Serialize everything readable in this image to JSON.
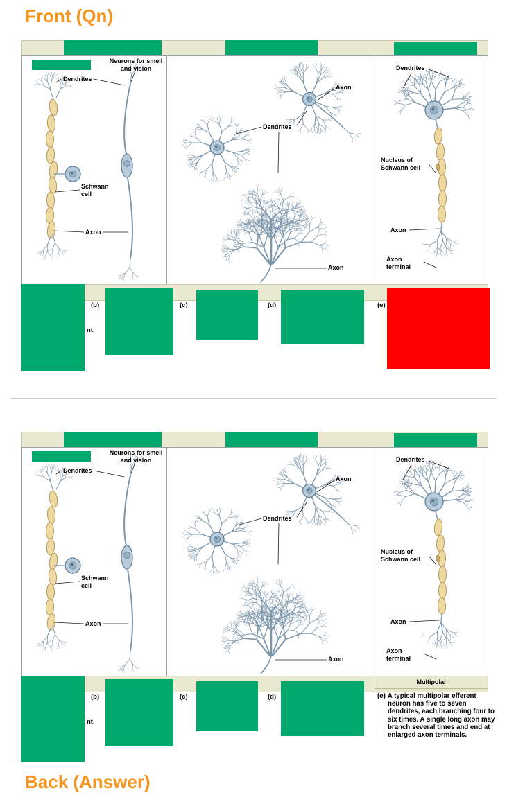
{
  "card": {
    "front_label": "Front (Qn)",
    "back_label": "Back (Answer)"
  },
  "figure": {
    "panel_a": {
      "title": "Neurons for smell and vision",
      "dendrites": "Dendrites",
      "schwann": "Schwann cell",
      "axon": "Axon"
    },
    "panel_b": {
      "axon_top": "Axon",
      "dendrites": "Dendrites",
      "axon_bottom": "Axon"
    },
    "panel_c": {
      "dendrites": "Dendrites",
      "nucleus": "Nucleus of Schwann cell",
      "axon": "Axon",
      "axon_terminal": "Axon terminal",
      "footer": "Multipolar"
    },
    "caption_letters": [
      "(b)",
      "(c)",
      "(d)",
      "(e)"
    ],
    "partial_text": "nt,",
    "caption_e_letter": "(e)",
    "caption_e": "A typical multipolar efferent neuron has five to seven dendrites, each branching four to six times. A single long axon may branch several times and end at enlarged axon terminals."
  },
  "colors": {
    "accent_orange": "#f7941d",
    "mask_green": "#00a86b",
    "mask_red": "#ff0000",
    "bar_cream": "#e9e9d2"
  }
}
